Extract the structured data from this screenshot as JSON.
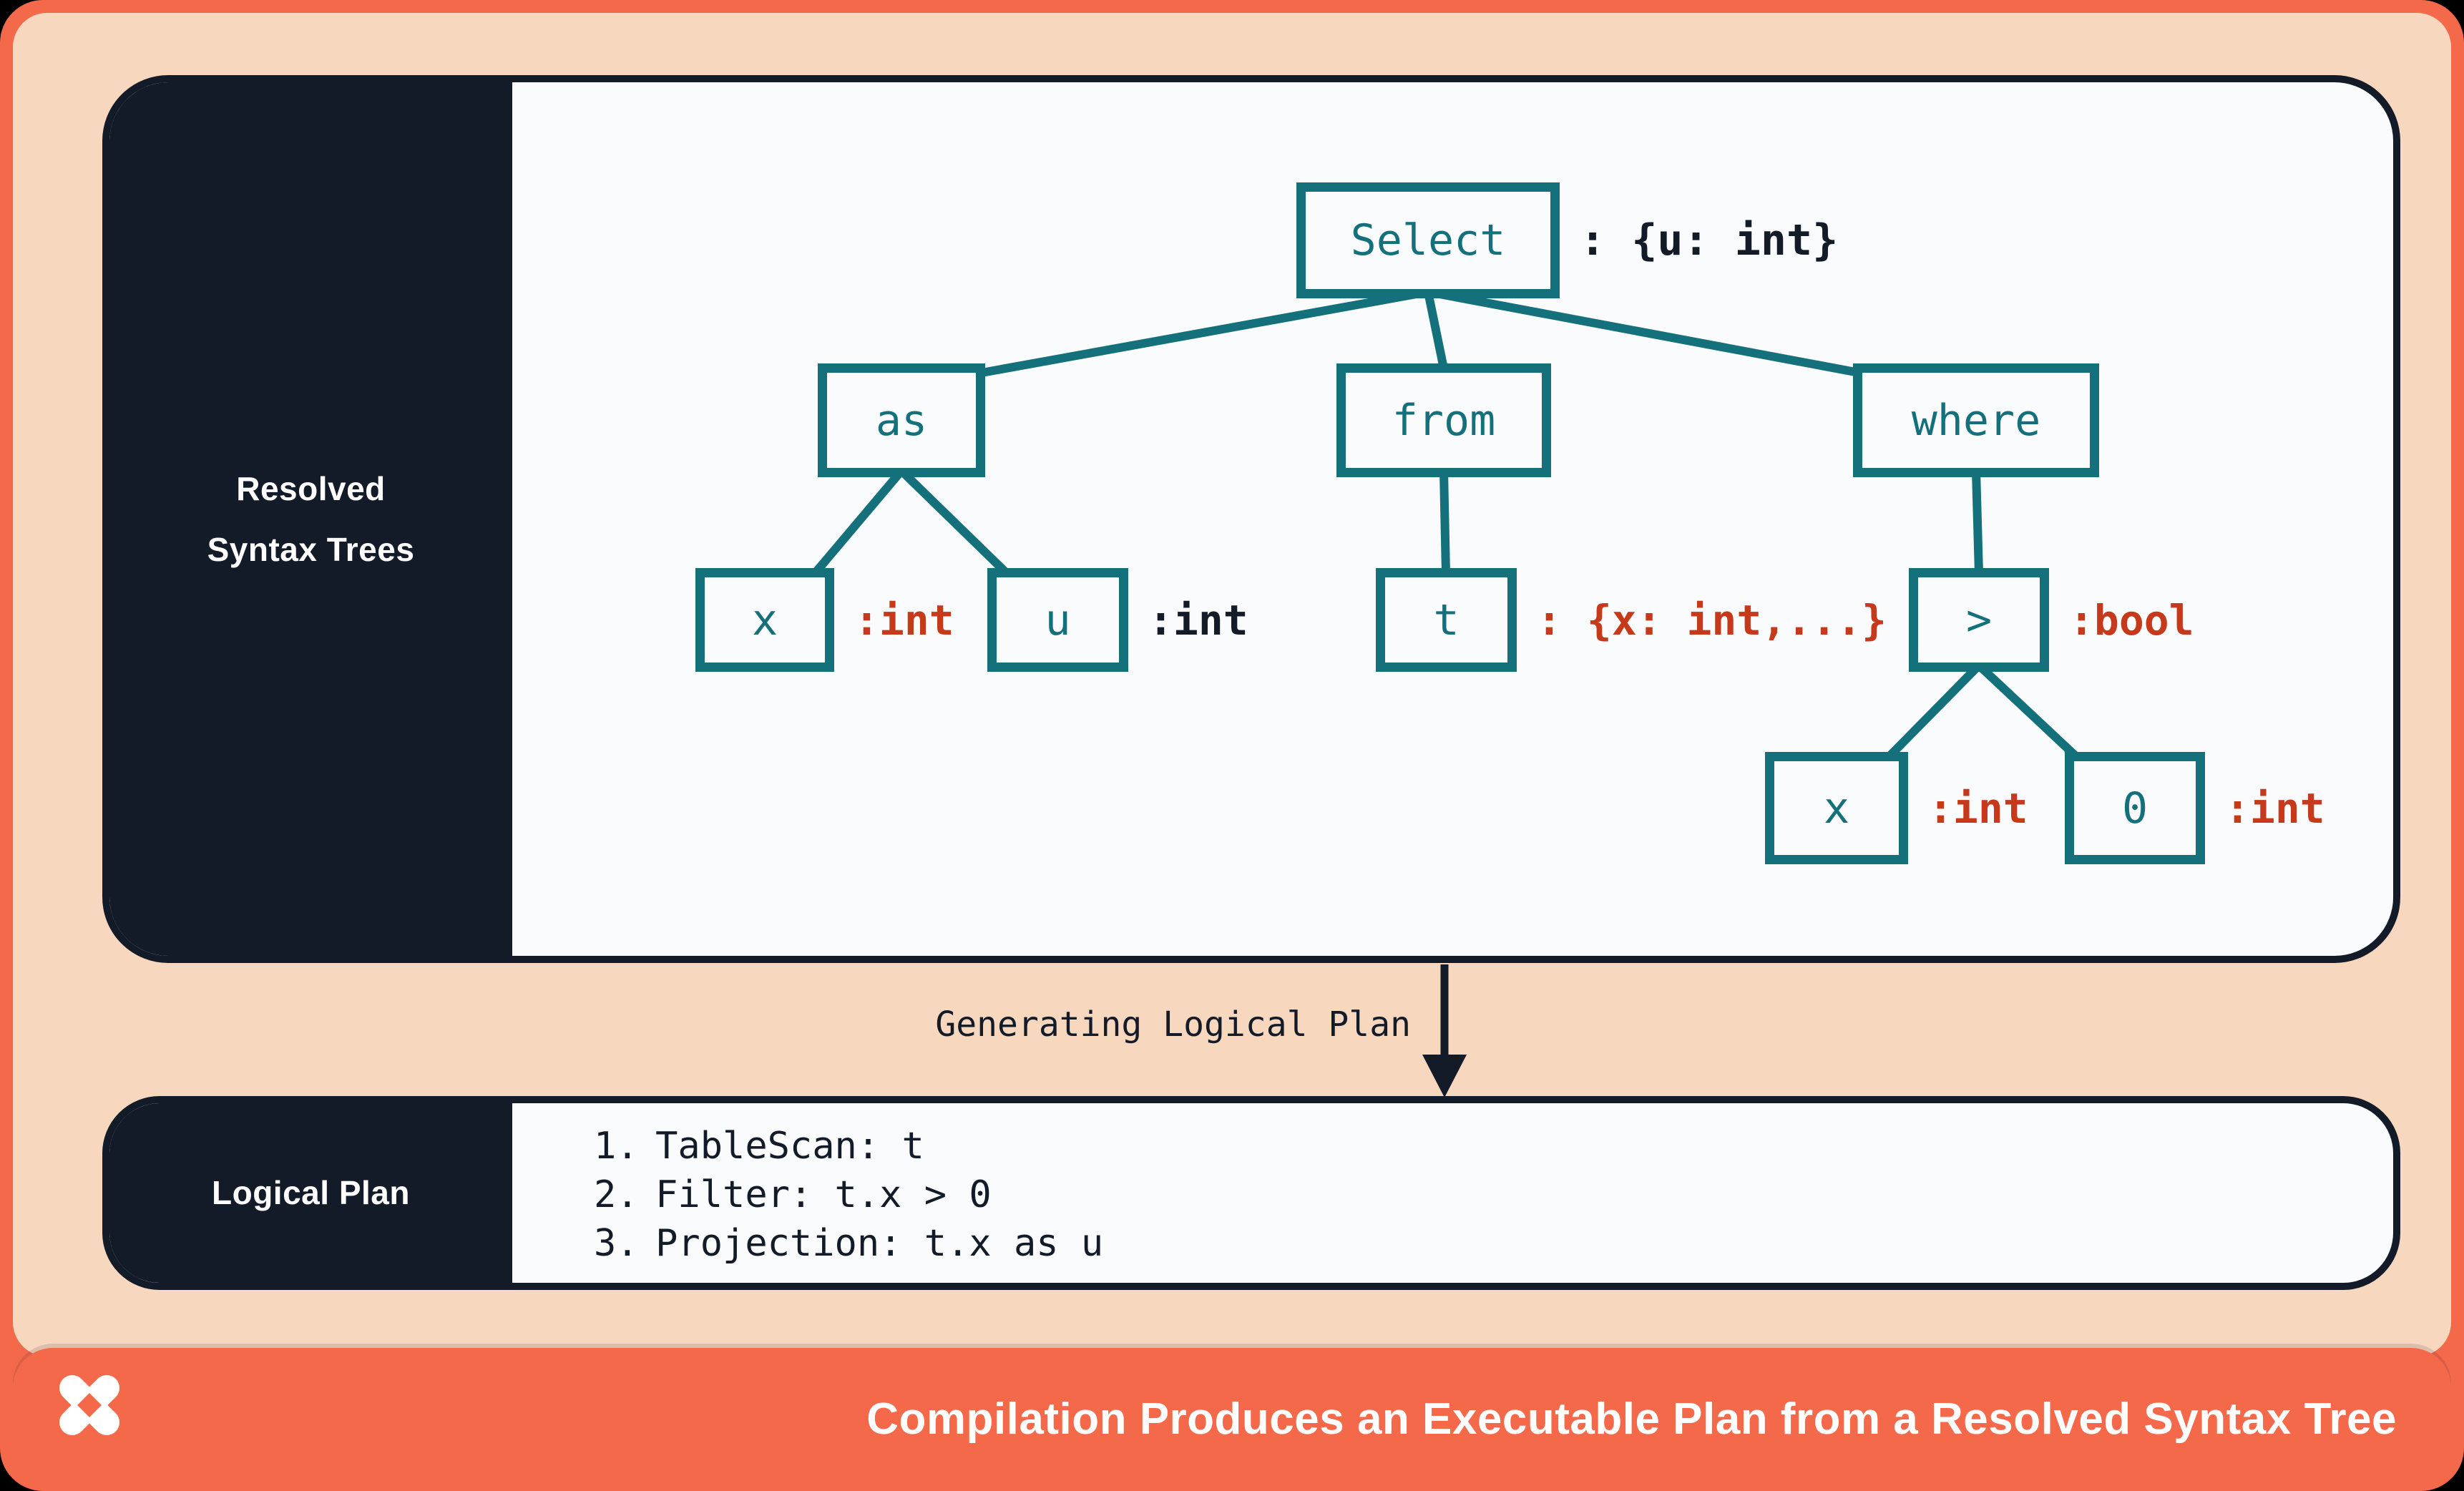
{
  "theme": {
    "coral": "#f4694a",
    "peach": "#f8d7bf",
    "navy": "#131a28",
    "teal": "#14707a",
    "red": "#c6391b",
    "panel_bg": "#fafbfc",
    "white": "#ffffff"
  },
  "resolved_panel": {
    "label": [
      "Resolved",
      "Syntax Trees"
    ]
  },
  "tree": {
    "select": {
      "label": "Select",
      "annotation": ": {u: int}",
      "annotation_color": "#131a28"
    },
    "as": {
      "label": "as"
    },
    "from": {
      "label": "from"
    },
    "where": {
      "label": "where"
    },
    "x_under_as": {
      "label": "x",
      "annotation": ":int",
      "annotation_color": "#c6391b"
    },
    "u_under_as": {
      "label": "u",
      "annotation": ":int",
      "annotation_color": "#131a28"
    },
    "t_under_from": {
      "label": "t",
      "annotation": ": {x: int,...}",
      "annotation_color": "#c6391b"
    },
    "gt_under_where": {
      "label": ">",
      "annotation": ":bool",
      "annotation_color": "#c6391b"
    },
    "x_under_gt": {
      "label": "x",
      "annotation": ":int",
      "annotation_color": "#c6391b"
    },
    "zero_under_gt": {
      "label": "0",
      "annotation": ":int",
      "annotation_color": "#c6391b"
    }
  },
  "transition": {
    "label": "Generating Logical Plan"
  },
  "logical_plan": {
    "label": "Logical Plan",
    "steps": [
      {
        "num": "1.",
        "text": "TableScan: t"
      },
      {
        "num": "2.",
        "text": "Filter: t.x > 0"
      },
      {
        "num": "3.",
        "text": "Projection: t.x as u"
      }
    ]
  },
  "footer": {
    "logo_icon": "pinwheel-x-logo",
    "title": "Compilation Produces an Executable Plan from a Resolved Syntax Tree"
  }
}
